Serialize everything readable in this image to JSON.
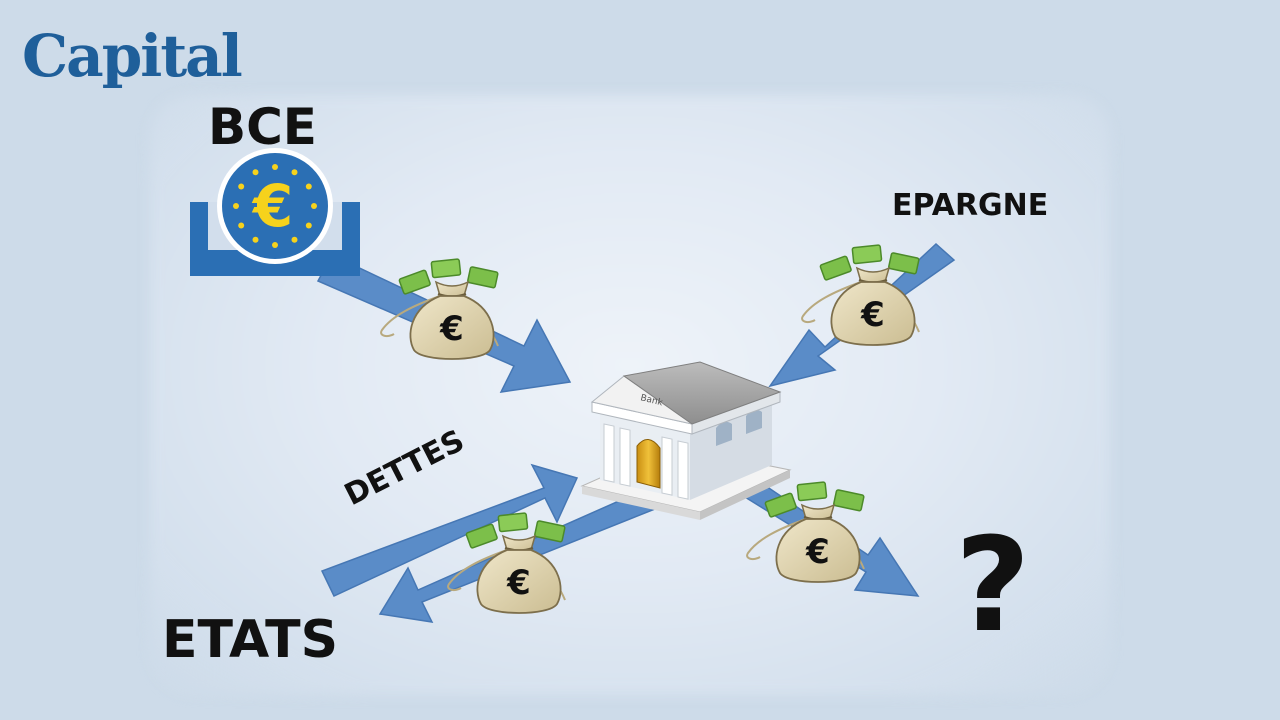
{
  "brand": {
    "logo_text": "Capital"
  },
  "nodes": {
    "central_bank": {
      "label": "BCE",
      "symbol": "€"
    },
    "savings": {
      "label": "EPARGNE"
    },
    "bank": {
      "label": "Bank"
    },
    "states": {
      "label": "ETATS"
    },
    "unknown": {
      "label": "?"
    }
  },
  "flows": {
    "debts": {
      "label": "DETTES"
    },
    "money_symbol": "€"
  },
  "colors": {
    "arrow": "#5a8cc8",
    "arrow_edge": "#4677b4",
    "bce_blue": "#2b6fb4",
    "logo": "#1f5f9a"
  }
}
